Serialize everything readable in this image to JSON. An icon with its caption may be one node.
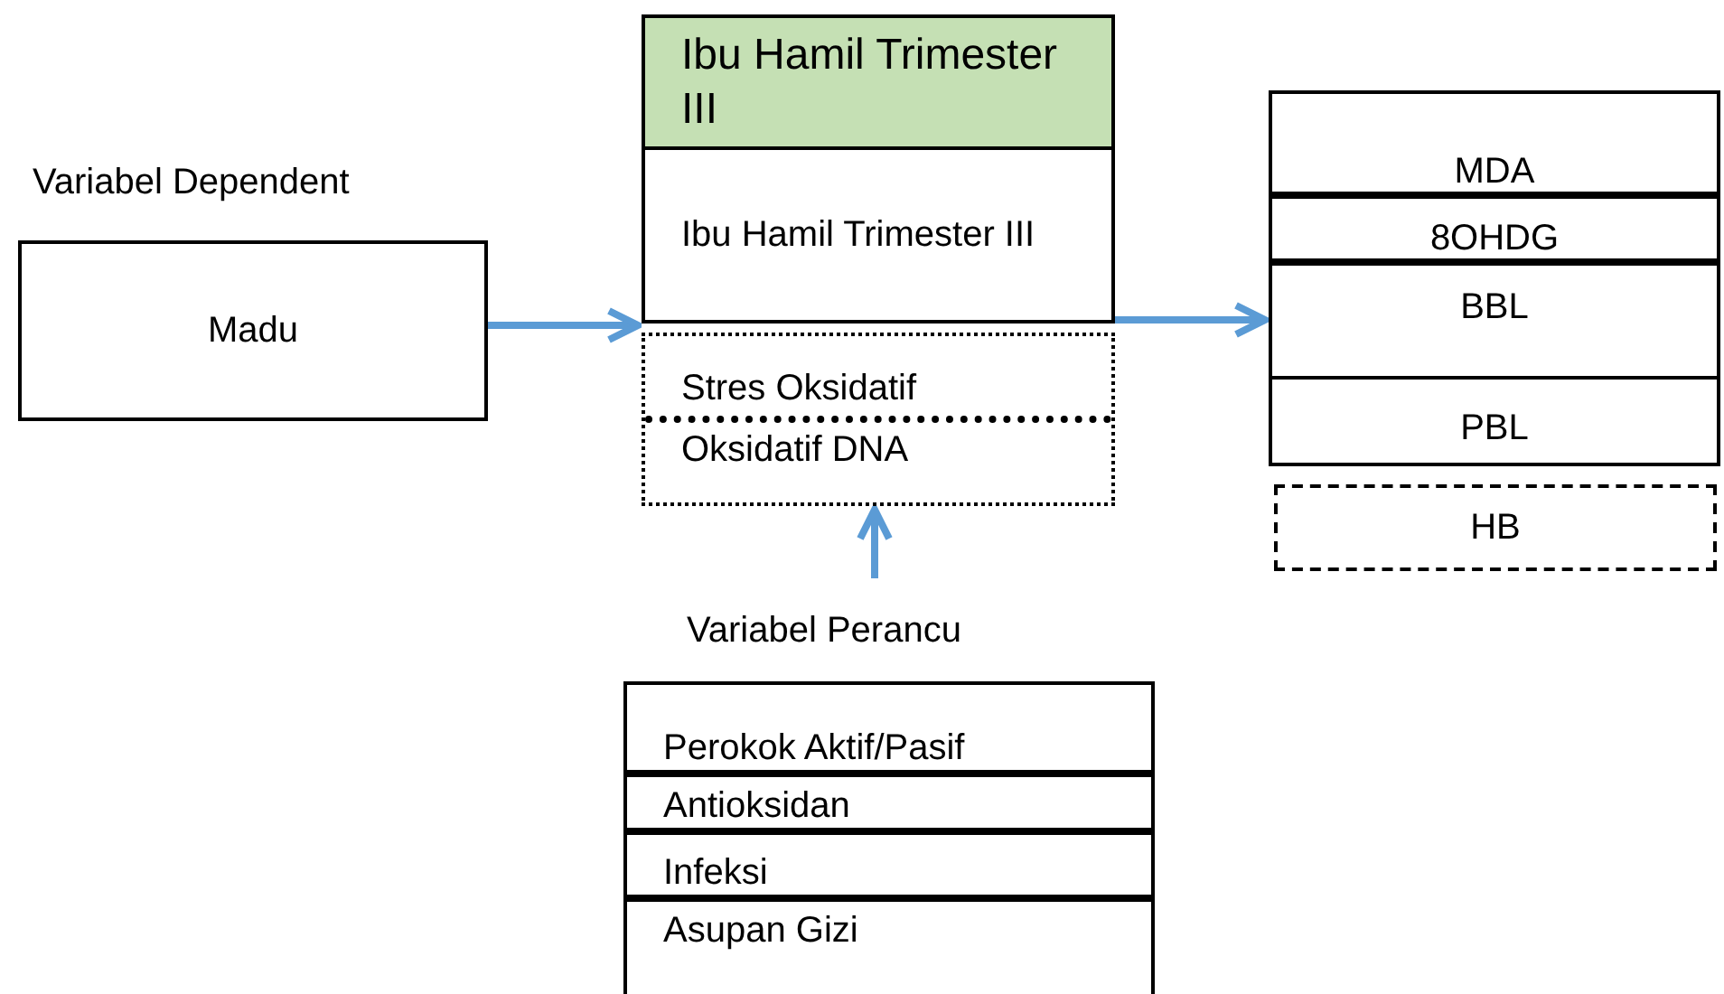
{
  "diagram": {
    "nodes": [
      {
        "text": [
          "Madu"
        ]
      },
      {
        "text": [
          "Ibu Hamil Trimester III"
        ]
      },
      {
        "text": [
          "Ibu Hamil Trimester III"
        ]
      },
      {
        "text": [
          "Stres Oksidatif",
          "Oksidatif DNA"
        ]
      },
      {
        "text": [
          "MDA"
        ]
      },
      {
        "text": [
          "8OHDG"
        ]
      },
      {
        "text": [
          "BBL"
        ]
      },
      {
        "text": [
          "PBL"
        ]
      },
      {
        "text": [
          "HB"
        ]
      },
      {
        "text": [
          "Perokok Aktif/Pasif"
        ]
      },
      {
        "text": [
          "Antioksidan"
        ]
      },
      {
        "text": [
          "Infeksi"
        ]
      },
      {
        "text": [
          "Asupan Gizi"
        ]
      }
    ],
    "edges": [
      {
        "from": 0,
        "to": 2,
        "arrow": "to"
      },
      {
        "from": 2,
        "to": 6,
        "arrow": "to"
      },
      {
        "from": null,
        "to": 3,
        "arrow": "to"
      }
    ],
    "labels": [
      "Variabel Dependent",
      "Variabel Perancu"
    ]
  }
}
